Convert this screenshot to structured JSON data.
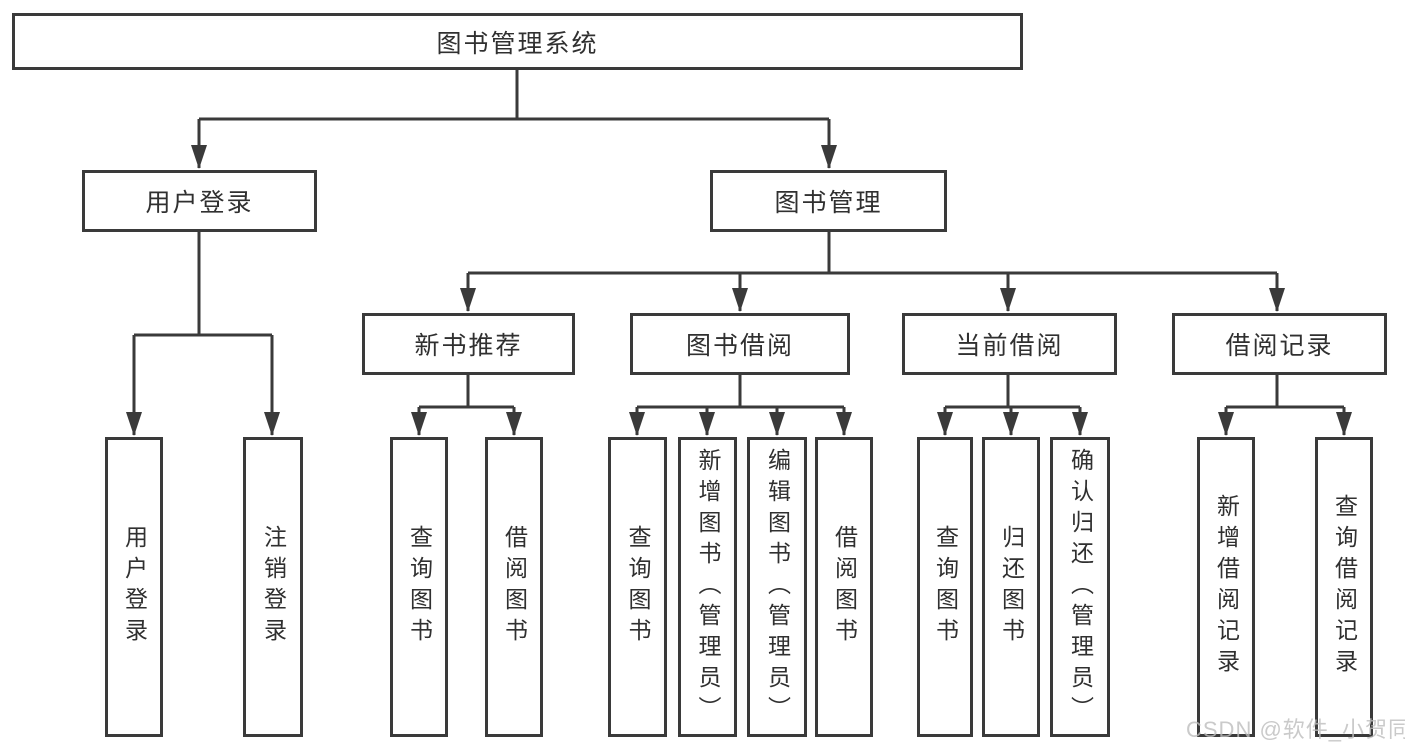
{
  "diagram": {
    "title": "图书管理系统",
    "branches": [
      {
        "label": "用户登录",
        "children": [
          {
            "label": "用户登录"
          },
          {
            "label": "注销登录"
          }
        ]
      },
      {
        "label": "图书管理",
        "children": [
          {
            "label": "新书推荐",
            "children": [
              {
                "label": "查询图书"
              },
              {
                "label": "借阅图书"
              }
            ]
          },
          {
            "label": "图书借阅",
            "children": [
              {
                "label": "查询图书"
              },
              {
                "label": "新增图书（管理员）"
              },
              {
                "label": "编辑图书（管理员）"
              },
              {
                "label": "借阅图书"
              }
            ]
          },
          {
            "label": "当前借阅",
            "children": [
              {
                "label": "查询图书"
              },
              {
                "label": "归还图书"
              },
              {
                "label": "确认归还（管理员）"
              }
            ]
          },
          {
            "label": "借阅记录",
            "children": [
              {
                "label": "新增借阅记录"
              },
              {
                "label": "查询借阅记录"
              }
            ]
          }
        ]
      }
    ],
    "style": {
      "line_color": "#3a3a3a",
      "text_color": "#303030",
      "background": "#ffffff",
      "watermark_color": "#bdbdbd"
    }
  },
  "watermark": {
    "text": "CSDN @软件_小贺同学"
  }
}
